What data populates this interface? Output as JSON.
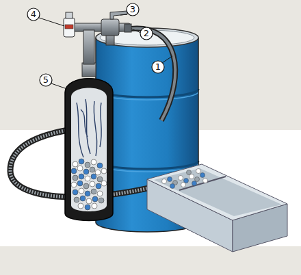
{
  "diagram": {
    "labels": [
      "4",
      "3",
      "2",
      "1",
      "5"
    ]
  }
}
